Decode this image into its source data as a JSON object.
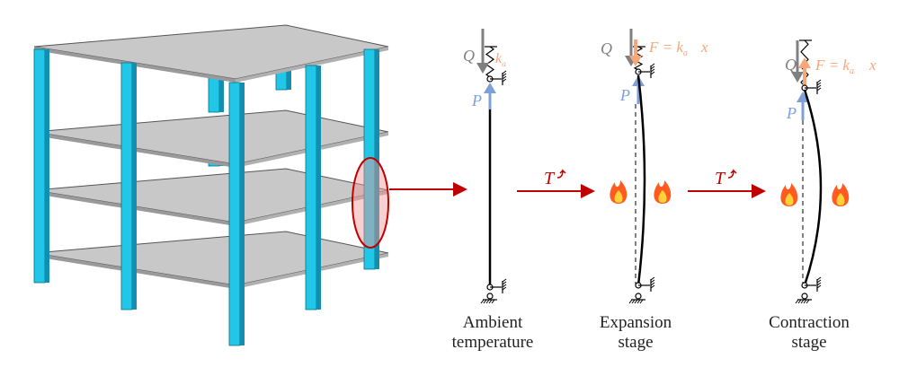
{
  "stages": [
    {
      "line1": "Ambient",
      "line2": "temperature"
    },
    {
      "line1": "Expansion",
      "line2": "stage"
    },
    {
      "line1": "Contraction",
      "line2": "stage"
    }
  ],
  "symbols": {
    "Q": "Q",
    "P": "P",
    "ka": "k",
    "ka_sub": "a",
    "F": "F = k",
    "F_sub": "a",
    "F_x": "x",
    "T": "T"
  },
  "colors": {
    "column": "#22c6e6",
    "slab": "#c8c8c8",
    "arrow_red": "#c00000",
    "Q": "#808080",
    "P": "#7f9fd8",
    "F": "#f5a77a"
  }
}
